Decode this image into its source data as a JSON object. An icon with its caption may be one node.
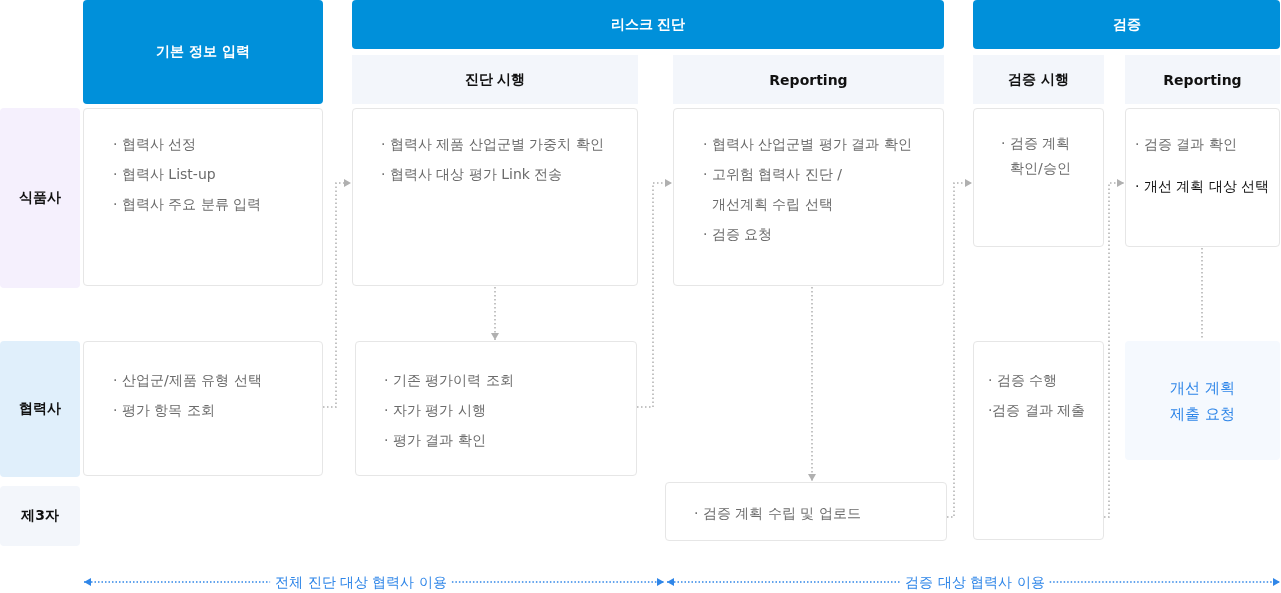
{
  "diagram": {
    "nodes": [
      {
        "text": [
          "기본 정보 입력"
        ]
      },
      {
        "text": [
          "리스크 진단"
        ]
      },
      {
        "text": [
          "검증"
        ]
      },
      {
        "text": [
          "진단 시행"
        ]
      },
      {
        "text": [
          "Reporting"
        ]
      },
      {
        "text": [
          "검증 시행"
        ]
      },
      {
        "text": [
          "Reporting"
        ]
      },
      {
        "text": [
          "식품사"
        ]
      },
      {
        "text": [
          "· 협력사 선정",
          "· 협력사 List-up",
          "· 협력사 주요 분류 입력"
        ]
      },
      {
        "text": [
          "· 협력사 제품 산업군별 가중치 확인",
          "· 협력사 대상 평가 Link 전송"
        ]
      },
      {
        "text": [
          "· 협력사 산업군별 평가 결과 확인",
          "· 고위험 협력사 진단 / 개선계획 수립 선택",
          "· 검증 요청"
        ]
      },
      {
        "text": [
          "· 검증 계획 확인/승인"
        ]
      },
      {
        "text": [
          "· 검증 결과 확인",
          "· 개선 계획 대상 선택"
        ]
      },
      {
        "text": [
          "협력사"
        ]
      },
      {
        "text": [
          "· 산업군/제품 유형 선택",
          "· 평가 항목 조회"
        ]
      },
      {
        "text": [
          "· 기존 평가이력 조회",
          "· 자가 평가 시행",
          "· 평가 결과 확인"
        ]
      },
      {
        "text": [
          "· 검증 수행",
          "·검증 결과 제출"
        ]
      },
      {
        "text": [
          "개선 계획 제출 요청"
        ]
      },
      {
        "text": [
          "제3자"
        ]
      },
      {
        "text": [
          "· 검증 계획 수립 및 업로드"
        ]
      }
    ],
    "edges": [
      {
        "from": 14,
        "to": 9,
        "arrow": "to"
      },
      {
        "from": 9,
        "to": 15,
        "arrow": "to"
      },
      {
        "from": 15,
        "to": 10,
        "arrow": "to"
      },
      {
        "from": 10,
        "to": 19,
        "arrow": "to"
      },
      {
        "from": 19,
        "to": 11,
        "arrow": "to"
      },
      {
        "from": 16,
        "to": 12,
        "arrow": "to"
      },
      {
        "from": 12,
        "to": 17,
        "arrow": "none"
      }
    ],
    "labels": [
      "전체 진단 대상 협력사 이용",
      "검증 대상 협력사 이용"
    ]
  }
}
